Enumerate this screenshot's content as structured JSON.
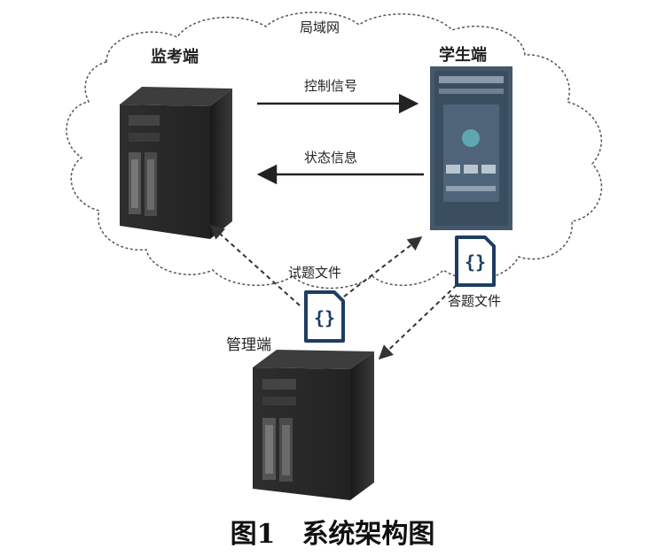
{
  "diagram": {
    "network_label": "局域网",
    "monitor_label": "监考端",
    "student_label": "学生端",
    "admin_label": "管理端",
    "control_signal_label": "控制信号",
    "status_info_label": "状态信息",
    "exam_file_label": "试题文件",
    "answer_file_label": "答题文件",
    "file_icon_glyph": "{}",
    "colors": {
      "cloud_stroke": "#555555",
      "arrow": "#222222",
      "server_body": "#2b2b2b",
      "student_panel": "#3b4e60",
      "file_icon": "#1f3d63"
    }
  },
  "caption": {
    "number": "图1",
    "title": "系统架构图"
  }
}
